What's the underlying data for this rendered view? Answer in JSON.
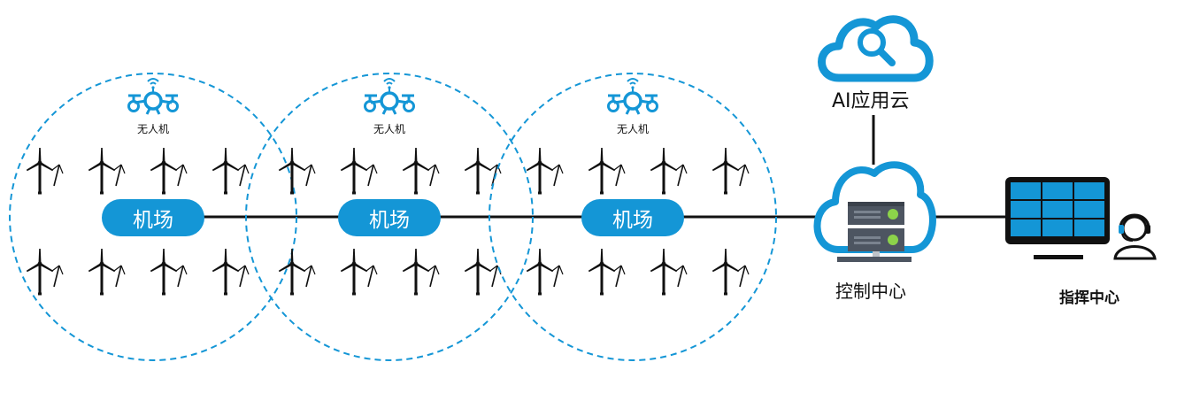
{
  "colors": {
    "accent": "#1496d6",
    "line": "#111111"
  },
  "zones": [
    {
      "drone_label": "无人机",
      "airport_label": "机场"
    },
    {
      "drone_label": "无人机",
      "airport_label": "机场"
    },
    {
      "drone_label": "无人机",
      "airport_label": "机场"
    }
  ],
  "ai_cloud": {
    "label": "AI应用云",
    "icon": "cloud-search-icon"
  },
  "control_center": {
    "label": "控制中心",
    "icon": "cloud-server-icon"
  },
  "command_center": {
    "label": "指挥中心",
    "icon": "monitor-wall-icon"
  },
  "icons": {
    "turbine": "wind-turbine-icon",
    "drone": "drone-icon",
    "operator": "operator-headset-icon"
  }
}
